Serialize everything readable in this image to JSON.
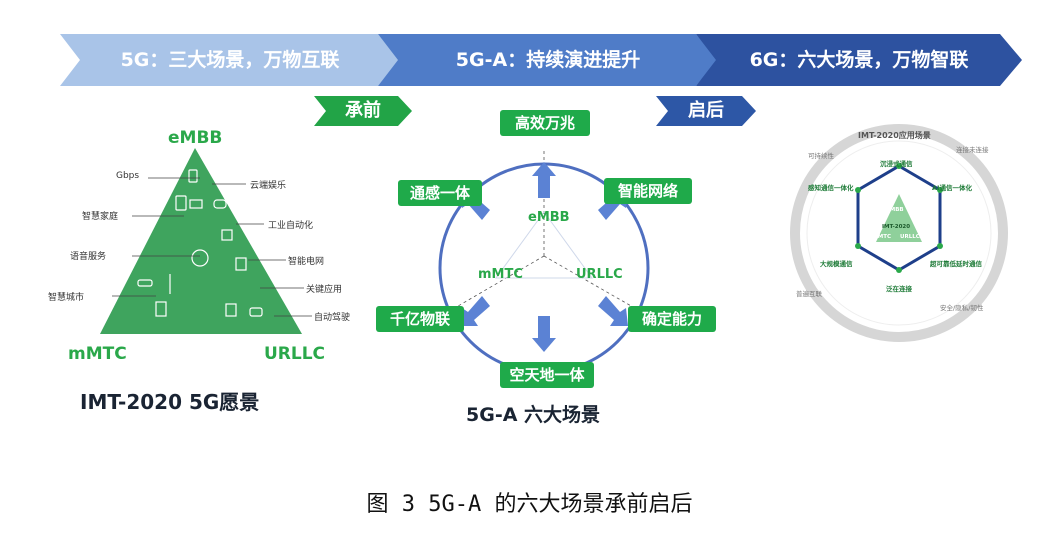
{
  "banners": [
    {
      "label": "5G：三大场景，万物互联",
      "color": "#a9c4e8"
    },
    {
      "label": "5G-A：持续演进提升",
      "color": "#4f7cc8"
    },
    {
      "label": "6G：六大场景，万物智联",
      "color": "#2d52a0"
    }
  ],
  "tags": {
    "left": {
      "label": "承前",
      "color": "#22a447"
    },
    "right": {
      "label": "启后",
      "color": "#2d57a6"
    }
  },
  "vision": {
    "top": "eMBB",
    "bottom_left": "mMTC",
    "bottom_right": "URLLC",
    "items_left": [
      "Gbps",
      "智慧家庭",
      "语音服务",
      "智慧城市"
    ],
    "items_right": [
      "云端娱乐",
      "工业自动化",
      "智能电网",
      "关键应用",
      "自动驾驶"
    ],
    "caption": "IMT-2020 5G愿景",
    "color": "#3fa45e"
  },
  "fiveGA": {
    "scenarios": [
      "高效万兆",
      "智能网络",
      "确定能力",
      "空天地一体",
      "千亿物联",
      "通感一体"
    ],
    "inner": [
      "eMBB",
      "mMTC",
      "URLLC"
    ],
    "caption": "5G-A 六大场景"
  },
  "sixG": {
    "ring_title": "IMT-2020应用场景",
    "ring_side": [
      "可持续性",
      "连接未连接",
      "普遍互联",
      "安全/隐私/韧性"
    ],
    "hex_labels": [
      "沉浸式通信",
      "AI通信一体化",
      "超可靠低延时通信",
      "泛在连接",
      "大规模通信",
      "感知通信一体化"
    ],
    "center": [
      "eMBB",
      "IMT-2020",
      "mMTC",
      "URLLC"
    ]
  },
  "figure_caption": "图 3 5G-A 的六大场景承前启后"
}
